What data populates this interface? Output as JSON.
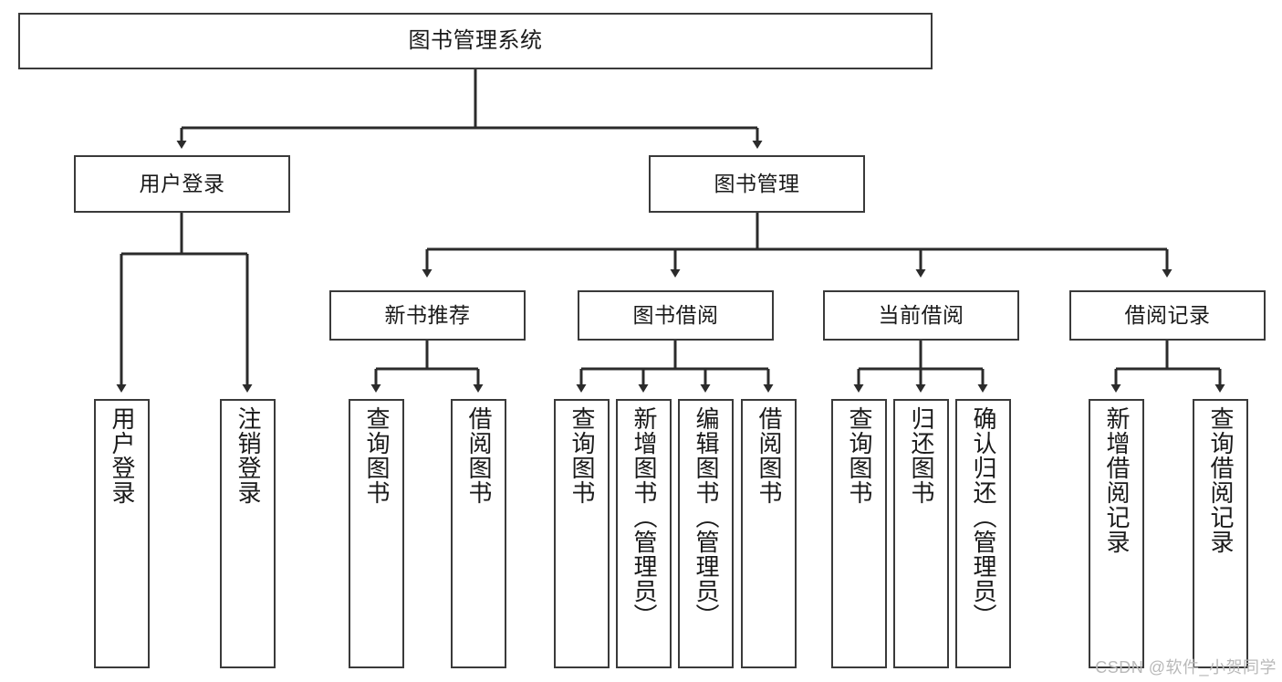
{
  "diagram": {
    "title": "图书管理系统",
    "type": "tree-hierarchy-diagram",
    "watermark": "CSDN @软件_小贺同学",
    "colors": {
      "box_border": "#3a3a3a",
      "box_fill": "#ffffff",
      "connector": "#2b2b2b",
      "text": "#1a1a1a",
      "watermark": "#b9b9b9",
      "background": "#ffffff"
    },
    "root": {
      "id": "root",
      "label": "图书管理系统"
    },
    "level2": [
      {
        "id": "user-login",
        "label": "用户登录"
      },
      {
        "id": "book-manage",
        "label": "图书管理"
      }
    ],
    "level3": [
      {
        "id": "new-book-recommend",
        "label": "新书推荐"
      },
      {
        "id": "book-borrow",
        "label": "图书借阅"
      },
      {
        "id": "current-borrow",
        "label": "当前借阅"
      },
      {
        "id": "borrow-record",
        "label": "借阅记录"
      }
    ],
    "leaves": {
      "user_login": [
        {
          "id": "leaf-user-login",
          "label": "用户登录"
        },
        {
          "id": "leaf-logout-login",
          "label": "注销登录"
        }
      ],
      "new_book_recommend": [
        {
          "id": "leaf-query-book-1",
          "label": "查询图书"
        },
        {
          "id": "leaf-borrow-book-1",
          "label": "借阅图书"
        }
      ],
      "book_borrow": [
        {
          "id": "leaf-query-book-2",
          "label": "查询图书"
        },
        {
          "id": "leaf-add-book",
          "label": "新增图书（管理员）"
        },
        {
          "id": "leaf-edit-book",
          "label": "编辑图书（管理员）"
        },
        {
          "id": "leaf-borrow-book-2",
          "label": "借阅图书"
        }
      ],
      "current_borrow": [
        {
          "id": "leaf-query-book-3",
          "label": "查询图书"
        },
        {
          "id": "leaf-return-book",
          "label": "归还图书"
        },
        {
          "id": "leaf-confirm-return",
          "label": "确认归还（管理员）"
        }
      ],
      "borrow_record": [
        {
          "id": "leaf-add-record",
          "label": "新增借阅记录"
        },
        {
          "id": "leaf-query-record",
          "label": "查询借阅记录"
        }
      ]
    }
  }
}
